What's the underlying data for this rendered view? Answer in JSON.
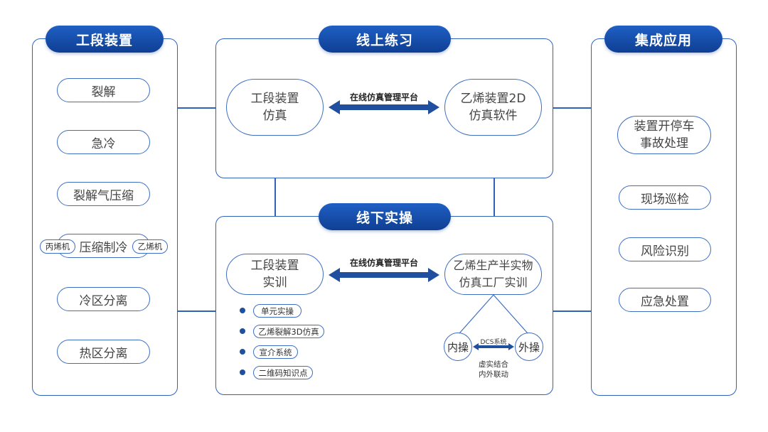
{
  "left": {
    "title": "工段装置",
    "items": [
      "裂解",
      "急冷",
      "裂解气压缩",
      "压缩制冷",
      "冷区分离",
      "热区分离"
    ],
    "tag_left": "丙烯机",
    "tag_right": "乙烯机"
  },
  "online": {
    "title": "线上练习",
    "left_box": [
      "工段装置",
      "仿真"
    ],
    "right_box": [
      "乙烯装置2D",
      "仿真软件"
    ],
    "arrow_label": "在线仿真管理平台"
  },
  "offline": {
    "title": "线下实操",
    "left_box": [
      "工段装置",
      "实训"
    ],
    "right_box": [
      "乙烯生产半实物",
      "仿真工厂实训"
    ],
    "arrow_label": "在线仿真管理平台",
    "list": [
      "单元实操",
      "乙烯裂解3D仿真",
      "宣介系统",
      "二维码知识点"
    ],
    "inner": "内操",
    "outer": "外操",
    "dcs_label": "DCS系统",
    "note_lines": [
      "虚实结合",
      "内外联动"
    ]
  },
  "right": {
    "title": "集成应用",
    "items": [
      [
        "装置开停车",
        "事故处理"
      ],
      [
        "现场巡检"
      ],
      [
        "风险识别"
      ],
      [
        "应急处置"
      ]
    ]
  },
  "colors": {
    "primary": "#1f5fc4",
    "dark": "#0f3f93",
    "border": "#2f63b8",
    "arrow": "#1f4f9e"
  }
}
